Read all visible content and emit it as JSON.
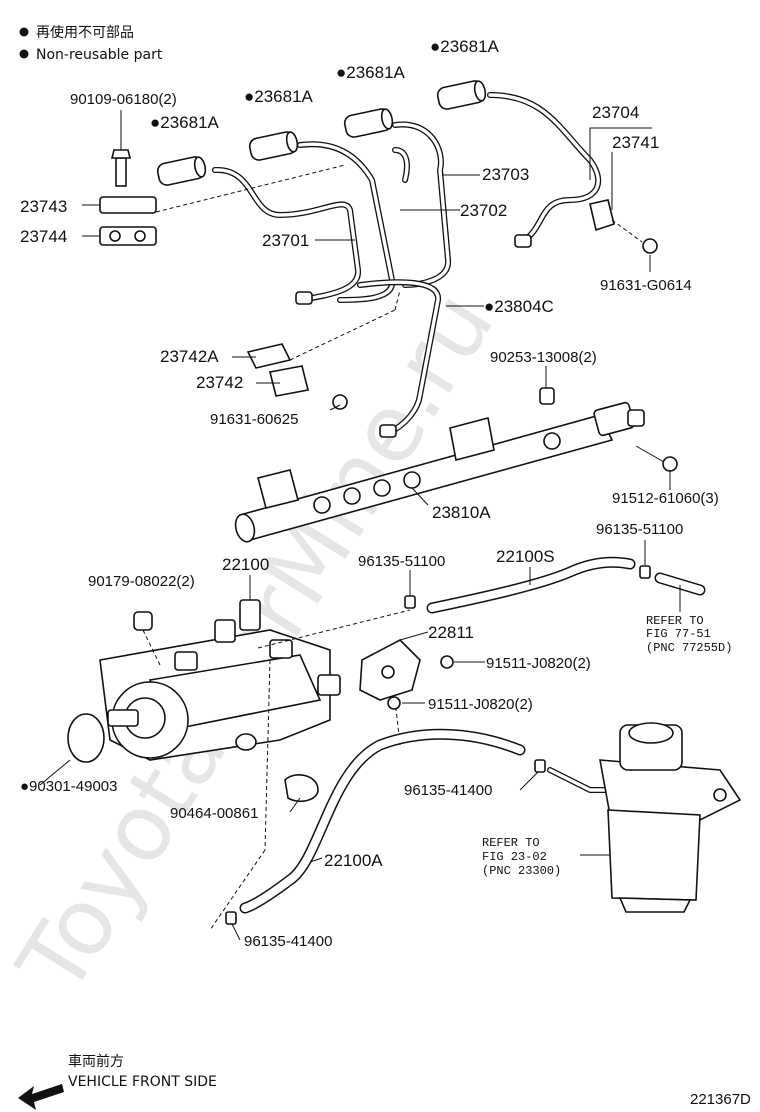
{
  "legend": {
    "jp_note": "再使用不可部品",
    "en_note": "Non-reusable part"
  },
  "watermark": "ToyotaCarMine.ru",
  "parts": {
    "p23681A_1": "●23681A",
    "p23681A_2": "●23681A",
    "p23681A_3": "●23681A",
    "p23681A_4": "●23681A",
    "p90109": "90109-06180(2)",
    "p23743": "23743",
    "p23744": "23744",
    "p23701": "23701",
    "p23702": "23702",
    "p23703": "23703",
    "p23704": "23704",
    "p23741": "23741",
    "p91631G": "91631-G0614",
    "p23804C": "●23804C",
    "p90253": "90253-13008(2)",
    "p23742A": "23742A",
    "p23742": "23742",
    "p91631_6": "91631-60625",
    "p23810A": "23810A",
    "p91512": "91512-61060(3)",
    "p96135_51100a": "96135-51100",
    "p22100": "22100",
    "p96135_51100b": "96135-51100",
    "p22100S": "22100S",
    "p90179": "90179-08022(2)",
    "p22811": "22811",
    "p91511a": "91511-J0820(2)",
    "p91511b": "91511-J0820(2)",
    "p96135_41400a": "96135-41400",
    "p90301": "●90301-49003",
    "p90464": "90464-00861",
    "p22100A": "22100A",
    "p96135_41400b": "96135-41400"
  },
  "refs": {
    "ref1_l1": "REFER TO",
    "ref1_l2": "FIG 77-51",
    "ref1_l3": "(PNC 77255D)",
    "ref2_l1": "REFER TO",
    "ref2_l2": "FIG 23-02",
    "ref2_l3": "(PNC 23300)"
  },
  "footer": {
    "jp_front": "車両前方",
    "en_front": "VEHICLE FRONT SIDE",
    "diagram_id": "221367D"
  }
}
